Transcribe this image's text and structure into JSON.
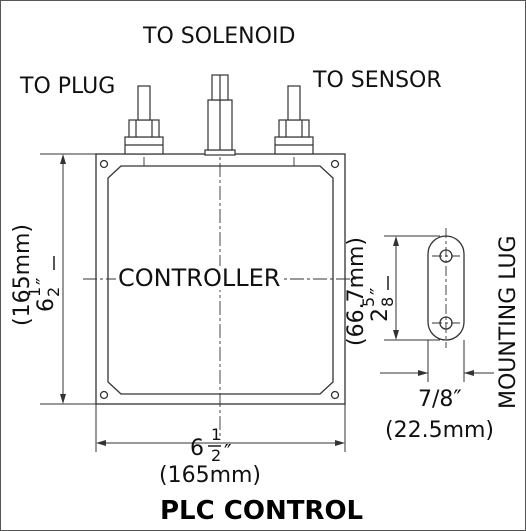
{
  "labels": {
    "to_solenoid": "TO SOLENOID",
    "to_plug": "TO PLUG",
    "to_sensor": "TO SENSOR",
    "controller": "CONTROLLER",
    "mounting_lug": "MOUNTING LUG",
    "title": "PLC CONTROL"
  },
  "dimensions": {
    "height": {
      "whole": "6",
      "num": "1",
      "den": "2",
      "unit": "″",
      "metric": "(165mm)"
    },
    "width": {
      "whole": "6",
      "num": "1",
      "den": "2",
      "unit": "″",
      "metric": "(165mm)"
    },
    "lug_height": {
      "whole": "2",
      "num": "5",
      "den": "8",
      "unit": "″",
      "metric": "(66.7mm)"
    },
    "lug_width": {
      "text": "7/8″",
      "metric": "(22.5mm)"
    }
  },
  "colors": {
    "line": "#333333",
    "text": "#111111",
    "fill": "#ffffff"
  }
}
